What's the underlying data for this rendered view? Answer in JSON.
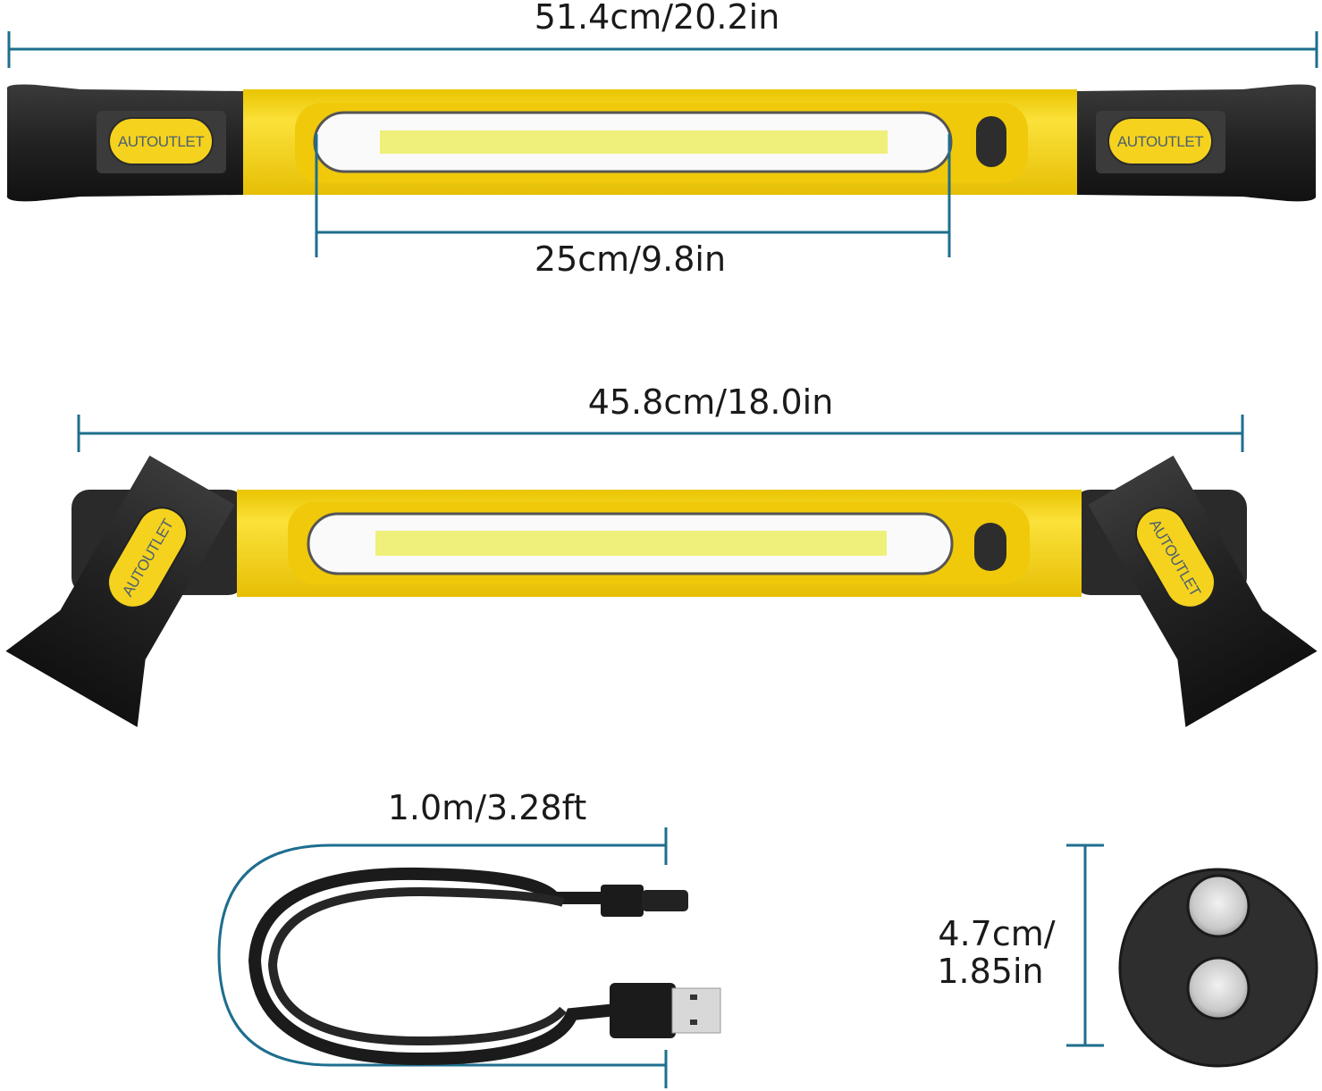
{
  "brand": "AUTOUTLET",
  "colors": {
    "dimension_line": "#1e6e8e",
    "body_yellow": "#f5d21e",
    "grip_black": "#222222",
    "led": "#eef07a"
  },
  "dimensions": {
    "total_length": "51.4cm/20.2in",
    "light_length": "25cm/9.8in",
    "folded_length": "45.8cm/18.0in",
    "cable_length": "1.0m/3.28ft",
    "magnet_base_diameter_line1": "4.7cm/",
    "magnet_base_diameter_line2": "1.85in"
  }
}
